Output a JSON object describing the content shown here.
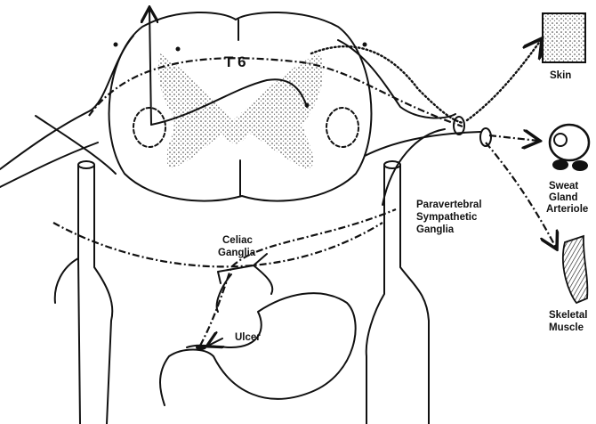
{
  "diagram": {
    "segment_label": "T 6",
    "labels": {
      "skin": "Skin",
      "sweat_gland": [
        "Sweat",
        "Gland",
        "Arteriole"
      ],
      "paravertebral": [
        "Paravertebral",
        "Sympathetic",
        "Ganglia"
      ],
      "celiac": [
        "Celiac",
        "Ganglia"
      ],
      "skeletal_muscle": [
        "Skeletal",
        "Muscle"
      ],
      "ulcer": "Ulcer"
    }
  }
}
